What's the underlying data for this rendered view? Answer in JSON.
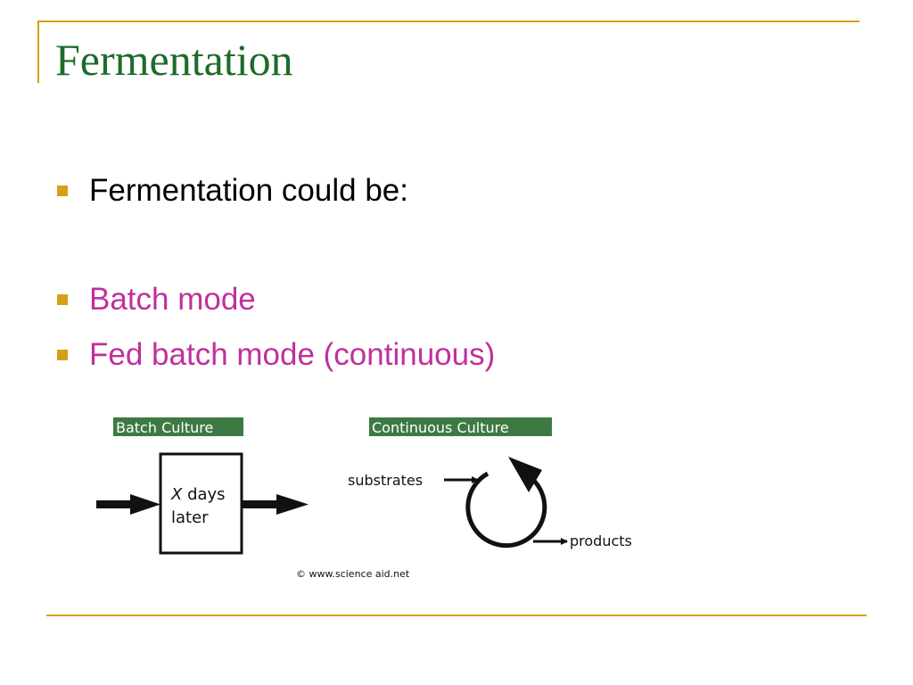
{
  "slide": {
    "title": "Fermentation",
    "bullets": [
      {
        "text": "Fermentation could be:"
      },
      {
        "text": "Batch mode"
      },
      {
        "text": "Fed batch mode  (continuous)"
      }
    ]
  },
  "diagram": {
    "batch_header": "Batch Culture",
    "batch_box_italic": "X",
    "batch_box_line1": " days",
    "batch_box_line2": "later",
    "continuous_header": "Continuous Culture",
    "substrates_label": "substrates",
    "products_label": "products",
    "credit": "© www.science aid.net"
  },
  "colors": {
    "title": "#1e6b2a",
    "accent": "#d4a017",
    "highlight_text": "#c0309b",
    "header_bg": "#3d7a43"
  }
}
